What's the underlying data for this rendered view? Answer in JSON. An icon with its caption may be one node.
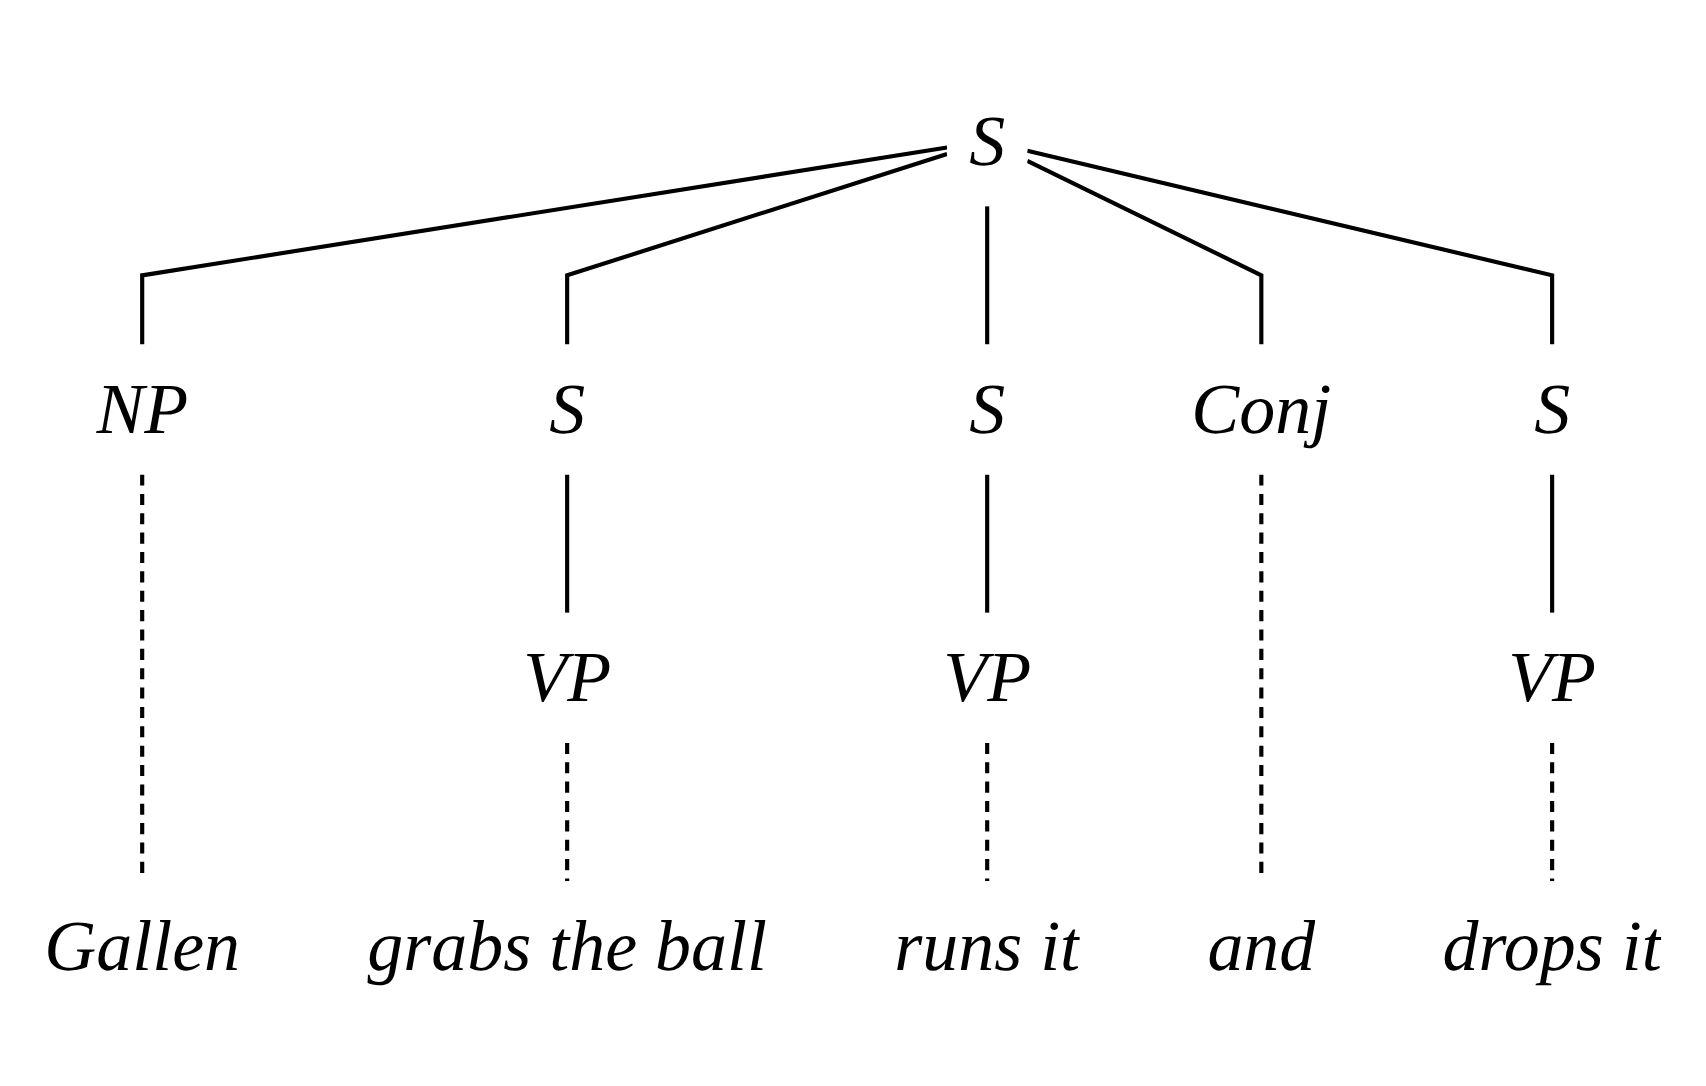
{
  "diagram": {
    "nodes": [
      {
        "text": [
          "S"
        ]
      },
      {
        "text": [
          "NP"
        ]
      },
      {
        "text": [
          "S"
        ]
      },
      {
        "text": [
          "S"
        ]
      },
      {
        "text": [
          "Conj"
        ]
      },
      {
        "text": [
          "S"
        ]
      },
      {
        "text": [
          "VP"
        ]
      },
      {
        "text": [
          "VP"
        ]
      },
      {
        "text": [
          "VP"
        ]
      },
      {
        "text": [
          "Gallen"
        ]
      },
      {
        "text": [
          "grabs the ball"
        ]
      },
      {
        "text": [
          "runs it"
        ]
      },
      {
        "text": [
          "and"
        ]
      },
      {
        "text": [
          "drops it"
        ]
      }
    ],
    "edges": [
      {
        "from": 0,
        "to": 1,
        "arrow": "none"
      },
      {
        "from": 0,
        "to": 2,
        "arrow": "none"
      },
      {
        "from": 0,
        "to": 3,
        "arrow": "none"
      },
      {
        "from": 0,
        "to": 4,
        "arrow": "none"
      },
      {
        "from": 0,
        "to": 5,
        "arrow": "none"
      },
      {
        "from": 1,
        "to": 9,
        "arrow": "none",
        "style": "dashed"
      },
      {
        "from": 2,
        "to": 6,
        "arrow": "none"
      },
      {
        "from": 3,
        "to": 7,
        "arrow": "none"
      },
      {
        "from": 4,
        "to": 12,
        "arrow": "none",
        "style": "dashed"
      },
      {
        "from": 5,
        "to": 8,
        "arrow": "none"
      },
      {
        "from": 6,
        "to": 10,
        "arrow": "none",
        "style": "dashed"
      },
      {
        "from": 7,
        "to": 11,
        "arrow": "none",
        "style": "dashed"
      },
      {
        "from": 8,
        "to": 13,
        "arrow": "none",
        "style": "dashed"
      }
    ]
  }
}
